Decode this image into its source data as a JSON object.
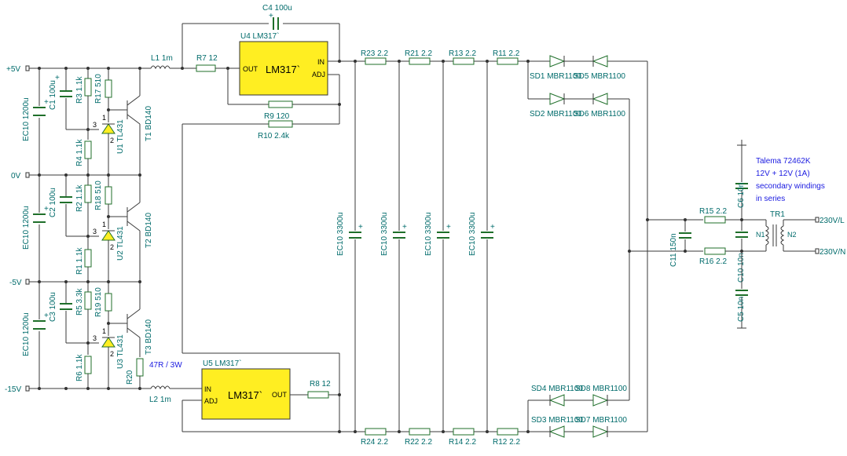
{
  "rails": {
    "p5v": "+5V",
    "zero": "0V",
    "m5v": "-5V",
    "m15v": "-15V"
  },
  "regulators": {
    "u4": {
      "ref": "U4 LM317`",
      "name": "LM317`",
      "pin_out": "OUT",
      "pin_in": "IN",
      "pin_adj": "ADJ"
    },
    "u5": {
      "ref": "U5 LM317`",
      "name": "LM317`",
      "pin_in": "IN",
      "pin_adj": "ADJ",
      "pin_out": "OUT"
    }
  },
  "components": {
    "c4": "C4 100u",
    "l1": "L1 1m",
    "r7": "R7 12",
    "r9": "R9 120",
    "r10": "R10 2.4k",
    "l2": "L2 1m",
    "r8": "R8 12",
    "r20_note": "47R / 3W",
    "r20": "R20",
    "ec_left_1": "EC10 1200u",
    "ec_left_2": "EC10 1200u",
    "ec_left_3": "EC10 1200u",
    "c1": "C1 100u",
    "c2": "C2 100u",
    "c3": "C3 100u",
    "r3": "R3 1.1k",
    "r17": "R17 510",
    "r4": "R4 1.1k",
    "r2": "R2 1.1k",
    "r18": "R18 510",
    "r1": "R1 1.1k",
    "r5": "R5 3.3k",
    "r19": "R19 510",
    "r6": "R6 1.1k",
    "u1": "U1 TL431",
    "u2": "U2 TL431",
    "u3": "U3 TL431",
    "t1": "T1 BD140",
    "t2": "T2 BD140",
    "t3": "T3 BD140",
    "r23": "R23 2.2",
    "r21": "R21 2.2",
    "r13": "R13 2.2",
    "r11": "R11 2.2",
    "r24": "R24 2.2",
    "r22": "R22 2.2",
    "r14": "R14 2.2",
    "r12": "R12 2.2",
    "ec_mid_1": "EC10 3300u",
    "ec_mid_2": "EC10 3300u",
    "ec_mid_3": "EC10 3300u",
    "ec_mid_4": "EC10 3300u",
    "sd1": "SD1 MBR1100",
    "sd5": "SD5 MBR1100",
    "sd2": "SD2 MBR1100",
    "sd6": "SD6 MBR1100",
    "sd4": "SD4 MBR1100",
    "sd8": "SD8 MBR1100",
    "sd3": "SD3 MBR1100",
    "sd7": "SD7 MBR1100",
    "r15": "R15 2.2",
    "r16": "R16 2.2",
    "c11": "C11 150n",
    "c6": "C6 10n",
    "c10": "C10 10n",
    "c5": "C5 10n",
    "tr1": "TR1",
    "n1": "N1",
    "n2": "N2",
    "l_out": "230V/L",
    "n_out": "230V/N"
  },
  "note": {
    "line1": "Talema 72462K",
    "line2": "12V + 12V (1A)",
    "line3": "secondary windings",
    "line4": "in series"
  },
  "pin_numbers": {
    "one": "1",
    "two": "2",
    "three": "3"
  }
}
